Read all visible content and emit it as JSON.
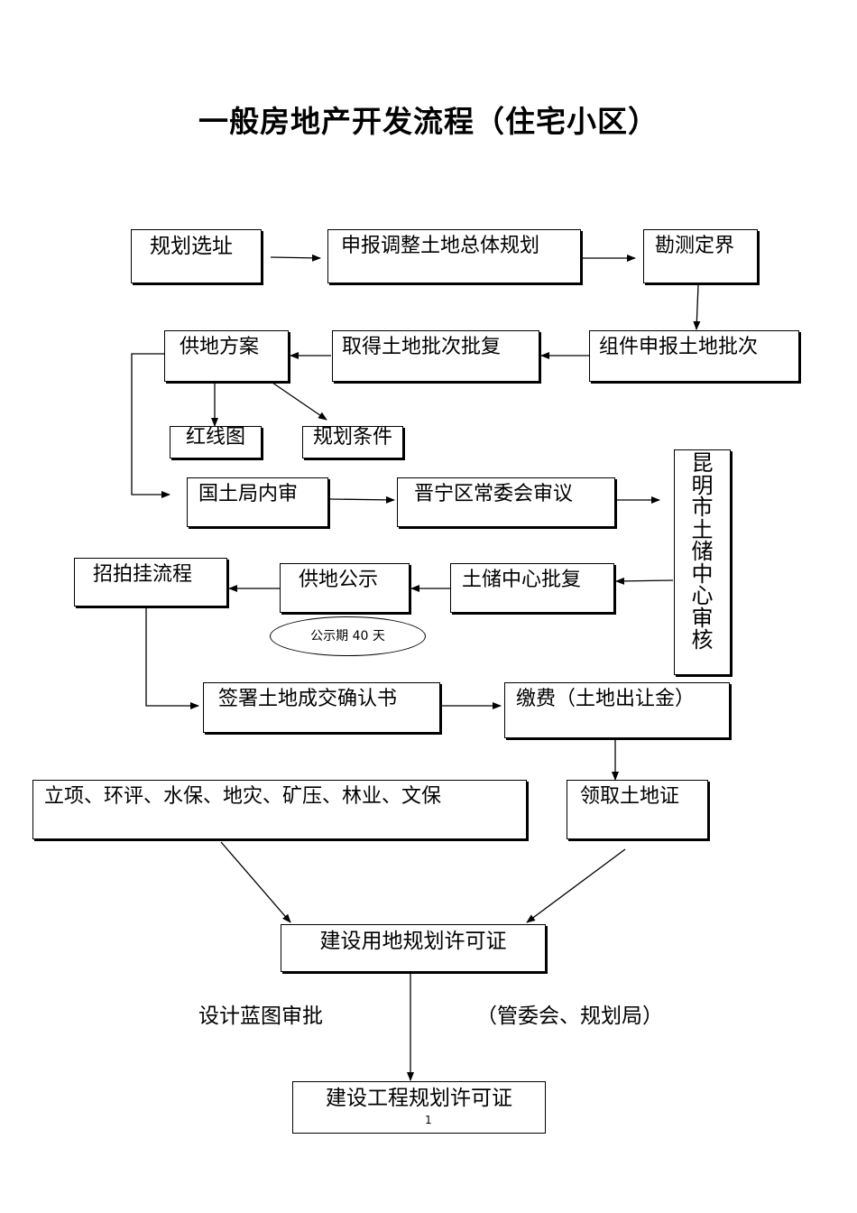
{
  "title": "一般房地产开发流程（住宅小区）",
  "nodes": {
    "n1": "规划选址",
    "n2": "申报调整土地总体规划",
    "n3": "勘测定界",
    "n4": "组件申报土地批次",
    "n5": "取得土地批次批复",
    "n6": "供地方案",
    "n7": "红线图",
    "n8": "规划条件",
    "n9": "国土局内审",
    "n10": "晋宁区常委会审议",
    "n11": "昆明市土储中心审核",
    "n12": "土储中心批复",
    "n13": "供地公示",
    "n14": "招拍挂流程",
    "n15": "公示期 40 天",
    "n16": "签署土地成交确认书",
    "n17": "缴费（土地出让金）",
    "n18": "立项、环评、水保、地灾、矿压、林业、文保",
    "n19": "领取土地证",
    "n20": "建设用地规划许可证",
    "n21": "建设工程规划许可证"
  },
  "notes": {
    "left": "设计蓝图审批",
    "right": "（管委会、规划局）"
  },
  "page_number": "1"
}
